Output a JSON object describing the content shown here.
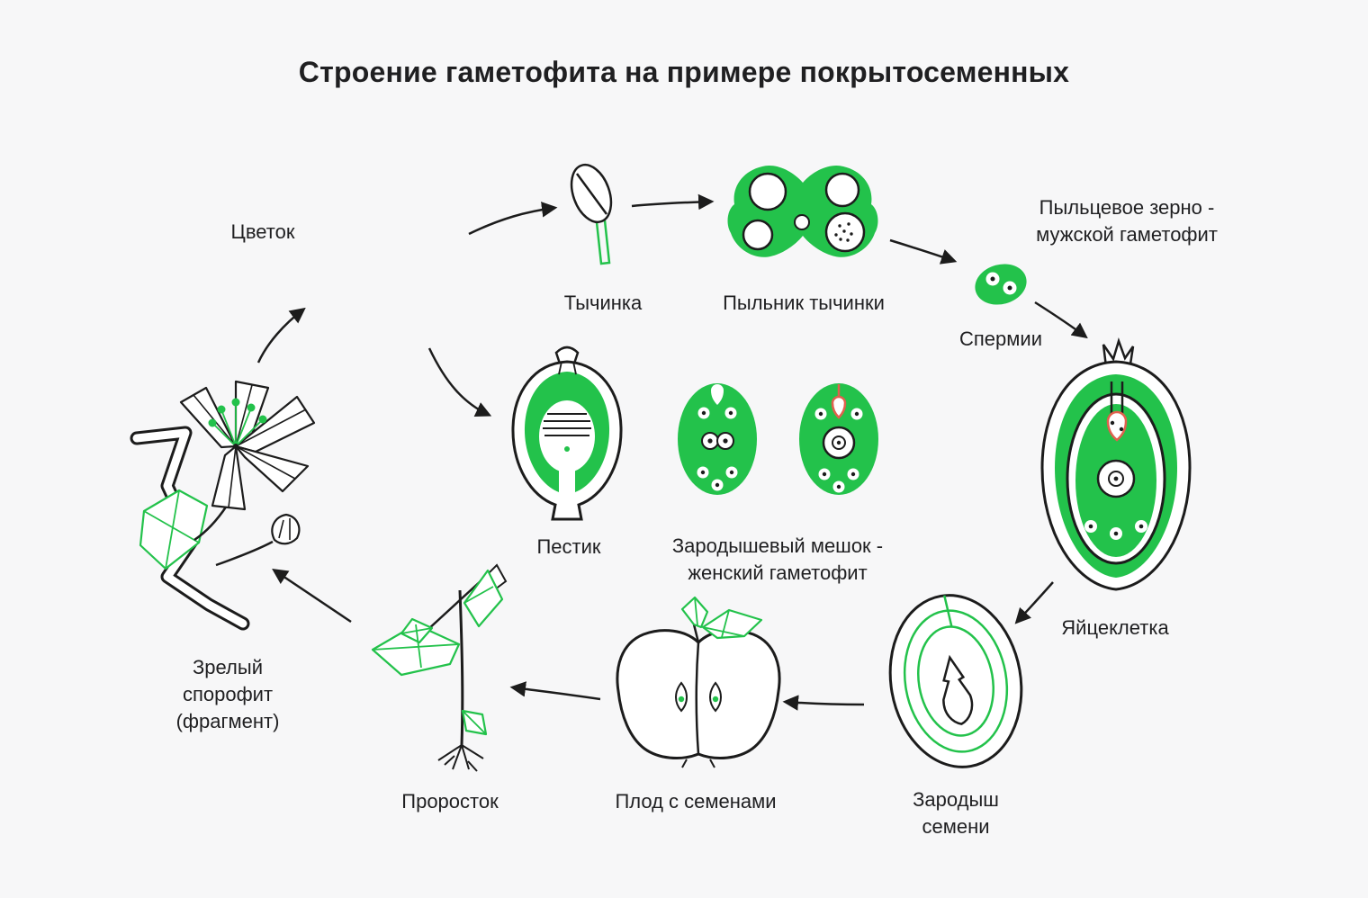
{
  "title": "Строение гаметофита на примере покрытосеменных",
  "labels": {
    "flower": "Цветок",
    "stamen": "Тычинка",
    "anther": "Пыльник тычинки",
    "pollen_grain": [
      "Пыльцевое зерно -",
      "мужской гаметофит"
    ],
    "sperm": "Спермии",
    "pistil": "Пестик",
    "embryo_sac": [
      "Зародышевый мешок -",
      "женский гаметофит"
    ],
    "egg_cell": "Яйцеклетка",
    "seed_embryo": [
      "Зародыш",
      "семени"
    ],
    "fruit": "Плод с семенами",
    "seedling": "Проросток",
    "sporophyte": [
      "Зрелый",
      "спорофит",
      "(фрагмент)"
    ]
  },
  "colors": {
    "green": "#23c24b",
    "ink": "#1c1c1c",
    "coral": "#e0604d",
    "bg": "#f7f7f8",
    "text": "#1f1f21"
  }
}
